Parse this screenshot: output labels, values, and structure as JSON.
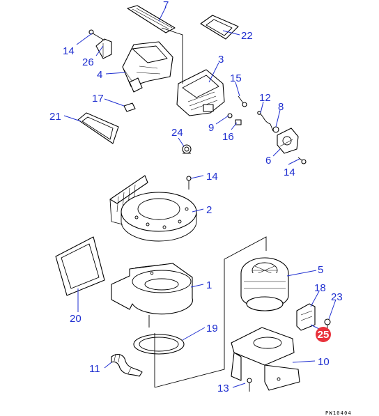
{
  "diagram": {
    "callouts": {
      "c7": "7",
      "c22": "22",
      "c14a": "14",
      "c26": "26",
      "c4": "4",
      "c3": "3",
      "c15": "15",
      "c12": "12",
      "c8": "8",
      "c17": "17",
      "c21": "21",
      "c9": "9",
      "c16": "16",
      "c24": "24",
      "c6": "6",
      "c14b": "14",
      "c14c": "14",
      "c2": "2",
      "c5": "5",
      "c1": "1",
      "c20": "20",
      "c18": "18",
      "c23": "23",
      "c25": "25",
      "c19": "19",
      "c11": "11",
      "c10": "10",
      "c13": "13"
    },
    "highlight": {
      "label": "25",
      "color": "#e8323c"
    },
    "accent_color": "#1f2fd0",
    "figure_code": "PW10404"
  }
}
